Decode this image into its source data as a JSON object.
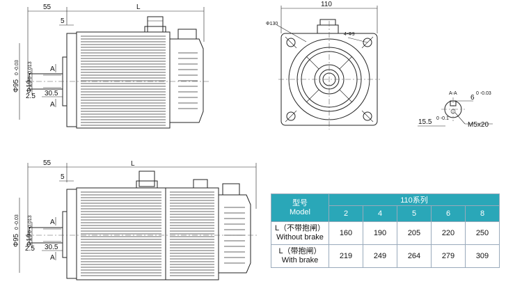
{
  "top_view": {
    "dim_55": "55",
    "dim_L": "L",
    "dim_5": "5",
    "dim_phi95": "Φ95",
    "dim_phi95_tol": "0 -0.03",
    "dim_phi19": "Φ19",
    "dim_phi19_tol": "0 -0.013",
    "dim_30_5": "30.5",
    "dim_2_5": "2.5",
    "section_A": "A"
  },
  "front_view": {
    "dim_110": "110",
    "dim_phi130": "Φ130",
    "dim_holes": "4-Φ9"
  },
  "section_view": {
    "label": "A-A",
    "dim_6": "6",
    "dim_6_tol": "0 -0.03",
    "dim_15_5": "15.5",
    "dim_15_5_tol": "0 -0.1",
    "thread": "M5x20"
  },
  "bottom_view": {
    "dim_55": "55",
    "dim_L": "L",
    "dim_5": "5",
    "dim_phi95": "Φ95",
    "dim_phi95_tol": "0 -0.03",
    "dim_phi19": "Φ19",
    "dim_phi19_tol": "0 -0.013",
    "dim_30_5": "30.5",
    "dim_2_5": "2.5",
    "section_A": "A"
  },
  "table": {
    "series_title": "110系列",
    "model_label_cn": "型号",
    "model_label_en": "Model",
    "models": [
      "2",
      "4",
      "5",
      "6",
      "8"
    ],
    "row_without_cn": "L（不带抱闸）",
    "row_without_en": "Without brake",
    "without_brake": [
      "160",
      "190",
      "205",
      "220",
      "250"
    ],
    "row_with_cn": "L（带抱闸）",
    "row_with_en": "With brake",
    "with_brake": [
      "219",
      "249",
      "264",
      "279",
      "309"
    ]
  }
}
